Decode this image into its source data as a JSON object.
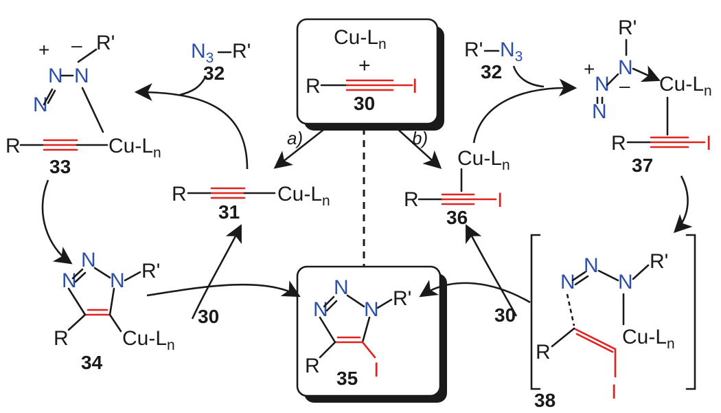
{
  "reagents": {
    "copy": "Cu-L",
    "n": "n",
    "plus": "+",
    "R": "R",
    "I": "I"
  },
  "atoms": {
    "N": "N",
    "Rp": "R'",
    "R": "R",
    "I": "I",
    "N3": "N",
    "three": "3"
  },
  "labels": [
    "30",
    "31",
    "32",
    "33",
    "34",
    "35",
    "36",
    "37",
    "38"
  ],
  "steps": {
    "a": "a)",
    "b": "b)"
  },
  "colors": {
    "nitrogen": "#2d4fa8",
    "iodine": "#e0211d",
    "ink": "#1a1a1a"
  }
}
